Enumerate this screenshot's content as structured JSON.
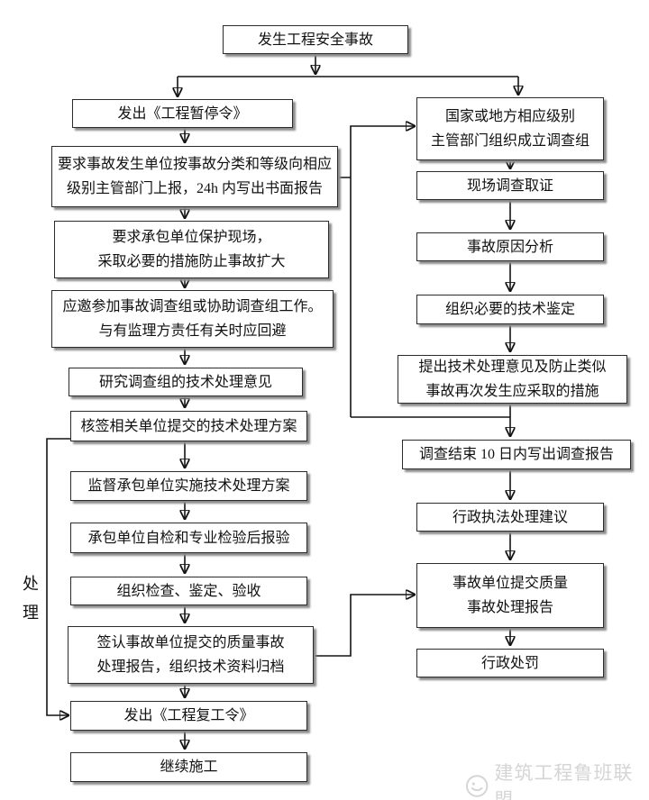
{
  "colors": {
    "border": "#2b2b2b",
    "line": "#141414",
    "shadow": "#8c8c8c",
    "watermark": "#d5d5d5",
    "bg": "#ffffff"
  },
  "flowchart": {
    "start": {
      "label": "发生工程安全事故"
    },
    "phase_label": "处理",
    "left_column": [
      {
        "label": "发出《工程暂停令》"
      },
      {
        "label": "要求事故发生单位按事故分类和等级向相应\n级别主管部门上报，24h 内写出书面报告"
      },
      {
        "label": "要求承包单位保护现场，\n采取必要的措施防止事故扩大"
      },
      {
        "label": "应邀参加事故调查组或协助调查组工作。\n与有监理方责任有关时应回避"
      },
      {
        "label": "研究调查组的技术处理意见"
      },
      {
        "label": "核签相关单位提交的技术处理方案"
      },
      {
        "label": "监督承包单位实施技术处理方案"
      },
      {
        "label": "承包单位自检和专业检验后报验"
      },
      {
        "label": "组织检查、鉴定、验收"
      },
      {
        "label": "签认事故单位提交的质量事故\n处理报告，组织技术资料归档"
      },
      {
        "label": "发出《工程复工令》"
      },
      {
        "label": "继续施工"
      }
    ],
    "right_column": [
      {
        "label": "国家或地方相应级别\n主管部门组织成立调查组"
      },
      {
        "label": "现场调查取证"
      },
      {
        "label": "事故原因分析"
      },
      {
        "label": "组织必要的技术鉴定"
      },
      {
        "label": "提出技术处理意见及防止类似\n事故再次发生应采取的措施"
      },
      {
        "label": "调查结束 10 日内写出调查报告"
      },
      {
        "label": "行政执法处理建议"
      },
      {
        "label": "事故单位提交质量\n事故处理报告"
      },
      {
        "label": "行政处罚"
      }
    ]
  },
  "watermark": {
    "text": "建筑工程鲁班联盟",
    "logo": "luban-circle-face-icon"
  }
}
